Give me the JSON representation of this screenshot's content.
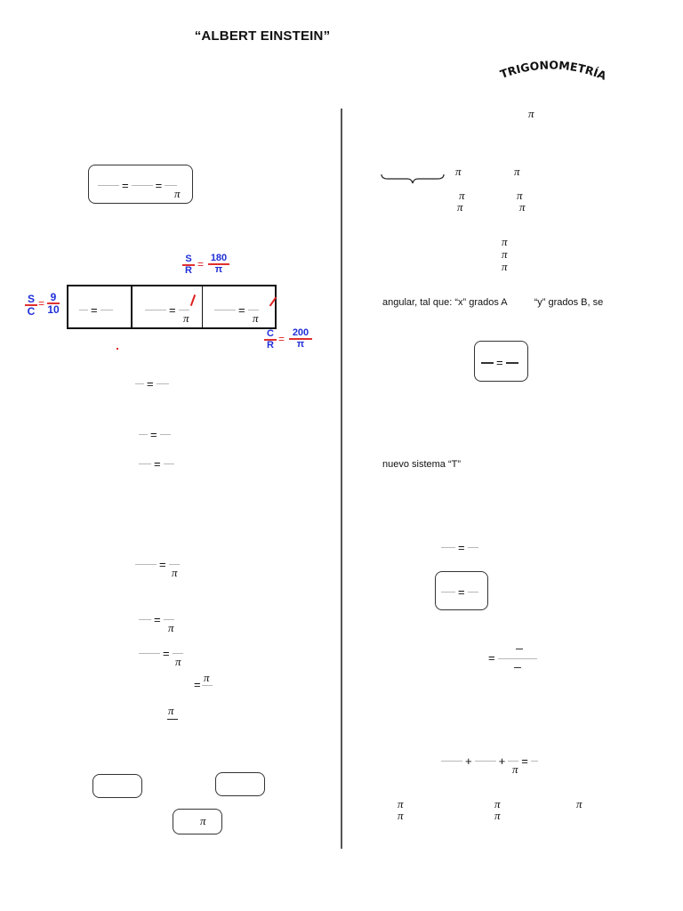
{
  "header": {
    "title": "“ALBERT EINSTEIN”",
    "badge": "TRIGONOMETRÍA"
  },
  "symbols": {
    "pi": "π",
    "equals": "=",
    "plus": "+"
  },
  "left_column": {
    "handwritten_notes": {
      "s_over_c": {
        "num": "S",
        "den": "C",
        "rhs_num": "9",
        "rhs_den": "10"
      },
      "s_over_r": {
        "num": "S",
        "den": "R",
        "rhs_num": "180",
        "rhs_den": "π"
      },
      "c_over_r": {
        "num": "C",
        "den": "R",
        "rhs_num": "200",
        "rhs_den": "π"
      }
    }
  },
  "right_column": {
    "line_angular": "angular, tal que: “x” grados A          “y” grados B, se",
    "line_sistema": "nuevo sistema “T”"
  },
  "colors": {
    "handwriting_blue": "#1f2fd8",
    "handwriting_red": "#e02020",
    "divider": "#555555"
  }
}
